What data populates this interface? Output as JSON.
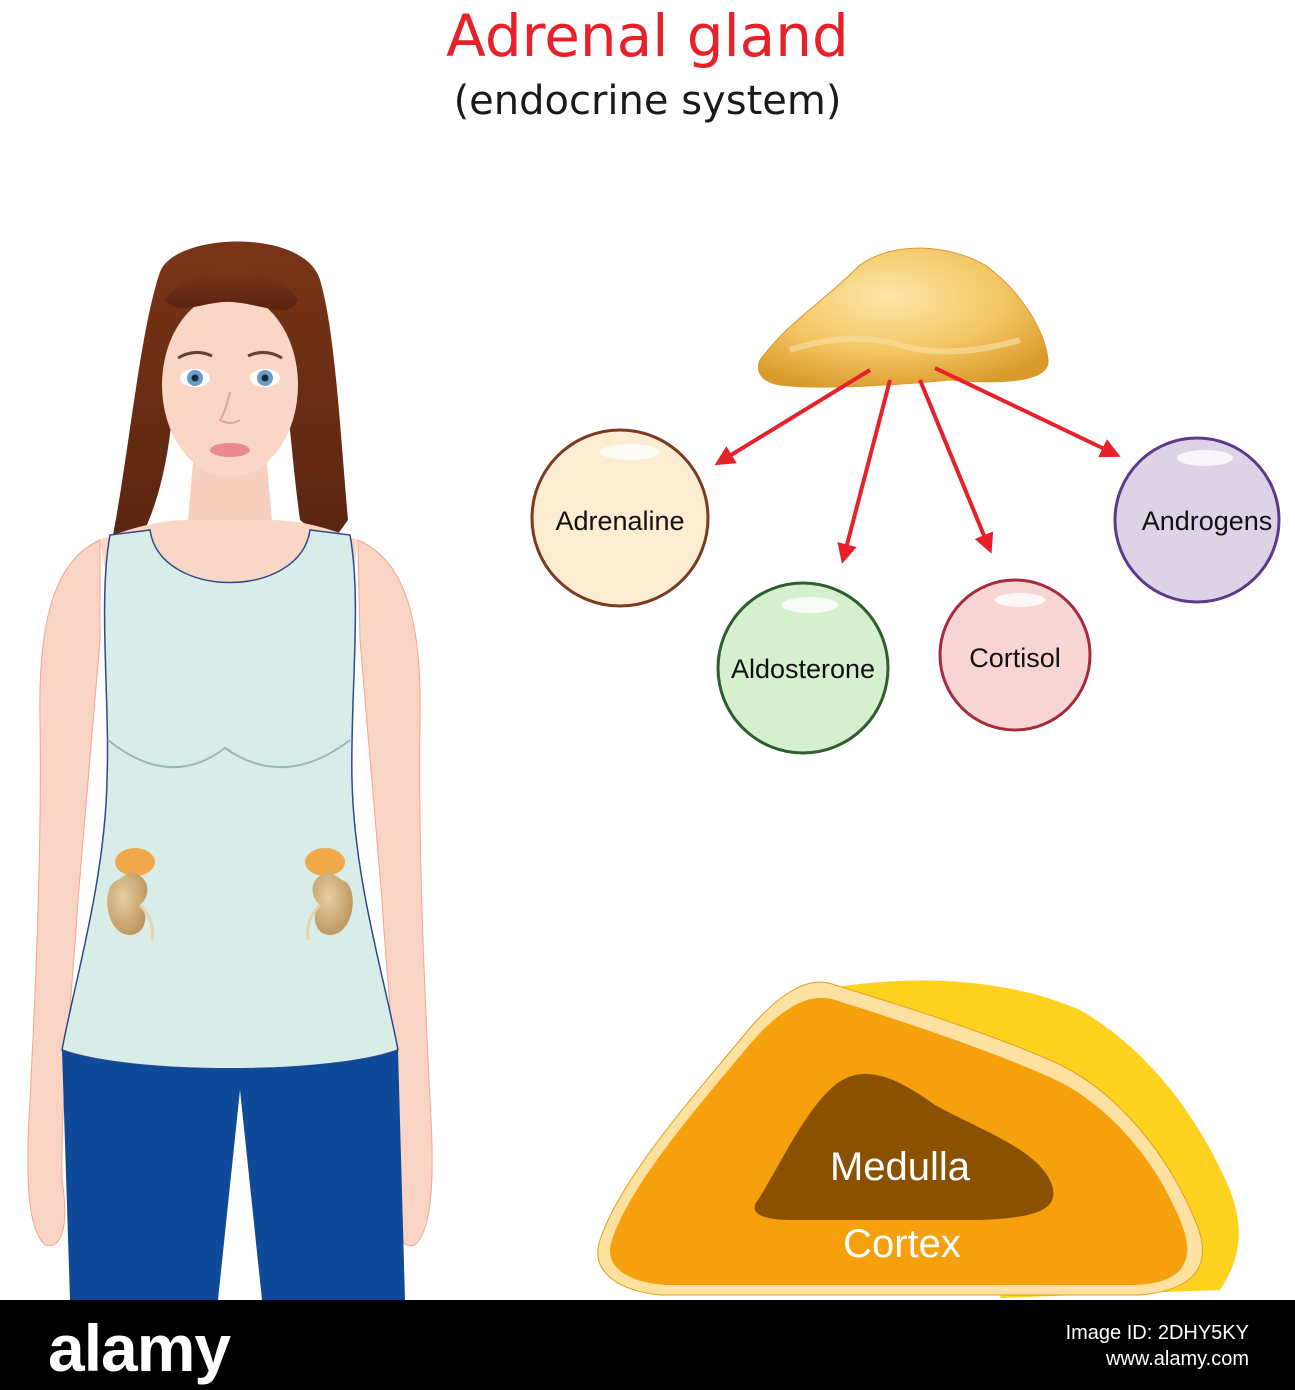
{
  "title": "Adrenal gland",
  "subtitle": "(endocrine system)",
  "hormones": [
    {
      "label": "Adrenaline",
      "fill": "#fbecd2",
      "stroke": "#7a3b1e"
    },
    {
      "label": "Aldosterone",
      "fill": "#d6f0cf",
      "stroke": "#2e5e2e"
    },
    {
      "label": "Cortisol",
      "fill": "#f8d5d5",
      "stroke": "#a52a3a"
    },
    {
      "label": "Androgens",
      "fill": "#dcd3e6",
      "stroke": "#5b3a8a"
    }
  ],
  "cross_section": {
    "inner_label": "Medulla",
    "outer_label": "Cortex"
  },
  "colors": {
    "title": "#e8202a",
    "arrow": "#e8202a",
    "medulla": "#8a5200",
    "cortex": "#f5a00c",
    "capsule": "#fde1a0"
  },
  "footer": {
    "brand": "alamy",
    "image_id": "Image ID: 2DHY5KY",
    "site": "www.alamy.com"
  }
}
